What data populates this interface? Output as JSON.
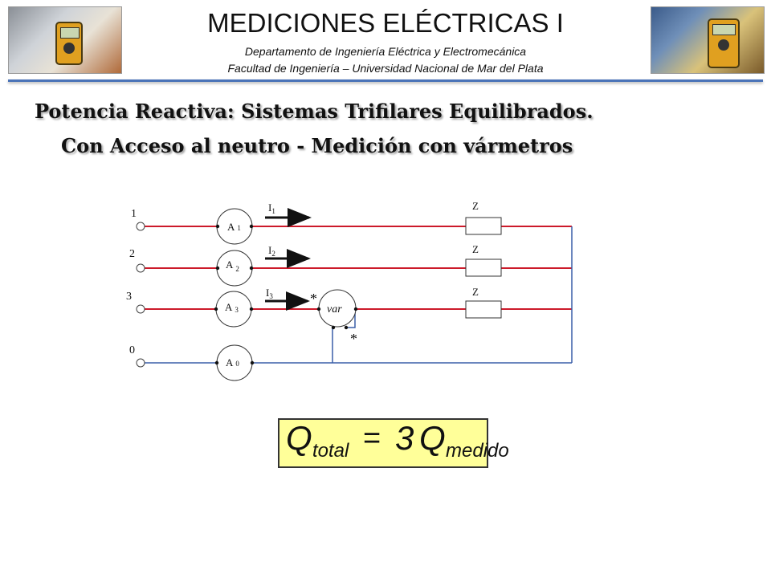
{
  "header": {
    "title": "MEDICIONES ELÉCTRICAS I",
    "department": "Departamento de Ingeniería Eléctrica y Electromecánica",
    "faculty": "Facultad de Ingeniería – Universidad Nacional de Mar del Plata"
  },
  "slide": {
    "title_line1": "Potencia Reactiva: Sistemas Trifilares Equilibrados.",
    "title_line2": "Con Acceso al neutro - Medición con vármetros"
  },
  "diagram": {
    "terminals": [
      "1",
      "2",
      "3",
      "0"
    ],
    "ammeters": [
      {
        "letter": "A",
        "index": "1"
      },
      {
        "letter": "A",
        "index": "2"
      },
      {
        "letter": "A",
        "index": "3"
      },
      {
        "letter": "A",
        "index": "0"
      }
    ],
    "currents": [
      {
        "letter": "I",
        "index": "1"
      },
      {
        "letter": "I",
        "index": "2"
      },
      {
        "letter": "I",
        "index": "3"
      }
    ],
    "impedance_label": "Z",
    "varmeter_label": "var",
    "polarity_mark": "*",
    "colors": {
      "phase_line": "#cc1a2a",
      "neutral_line": "#3a5fa8"
    }
  },
  "formula": {
    "lhs": "Q",
    "lhs_sub": "total",
    "equals": "=",
    "factor": "3",
    "rhs": "Q",
    "rhs_sub": "medido",
    "background": "#ffff99"
  }
}
